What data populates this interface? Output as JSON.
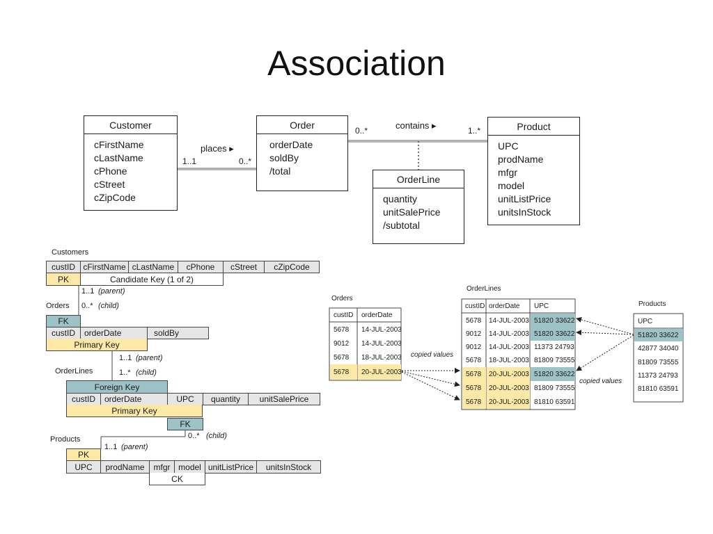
{
  "title": "Association",
  "uml": {
    "customer": {
      "name": "Customer",
      "attrs": [
        "cFirstName",
        "cLastName",
        "cPhone",
        "cStreet",
        "cZipCode"
      ]
    },
    "order": {
      "name": "Order",
      "attrs": [
        "orderDate",
        "soldBy",
        "/total"
      ]
    },
    "product": {
      "name": "Product",
      "attrs": [
        "UPC",
        "prodName",
        "mfgr",
        "model",
        "unitListPrice",
        "unitsInStock"
      ]
    },
    "orderline": {
      "name": "OrderLine",
      "attrs": [
        "quantity",
        "unitSalePrice",
        "/subtotal"
      ]
    },
    "places": {
      "label": "places ▸",
      "left_mult": "1..1",
      "right_mult": "0..*"
    },
    "contains": {
      "label": "contains ▸",
      "left_mult": "0..*",
      "right_mult": "1..*"
    }
  },
  "schema": {
    "customers": {
      "title": "Customers",
      "cols": [
        "custID",
        "cFirstName",
        "cLastName",
        "cPhone",
        "cStreet",
        "cZipCode"
      ],
      "pk": "PK",
      "ck": "Candidate Key (1 of 2)"
    },
    "rel1": {
      "parent": "1..1",
      "parent_note": "(parent)",
      "child": "0..*",
      "child_note": "(child)"
    },
    "orders": {
      "title": "Orders",
      "fk": "FK",
      "cols": [
        "custID",
        "orderDate",
        "soldBy"
      ],
      "pk": "Primary Key"
    },
    "rel2": {
      "parent": "1..1",
      "parent_note": "(parent)",
      "child": "1..*",
      "child_note": "(child)"
    },
    "orderlines": {
      "title": "OrderLines",
      "fk": "Foreign Key",
      "cols": [
        "custID",
        "orderDate",
        "UPC",
        "quantity",
        "unitSalePrice"
      ],
      "pk": "Primary Key",
      "fk2": "FK"
    },
    "rel3": {
      "child": "0..*",
      "child_note": "(child)",
      "parent": "1..1",
      "parent_note": "(parent)"
    },
    "products": {
      "title": "Products",
      "pk": "PK",
      "cols": [
        "UPC",
        "prodName",
        "mfgr",
        "model",
        "unitListPrice",
        "unitsInStock"
      ],
      "ck": "CK"
    }
  },
  "instances": {
    "orders": {
      "title": "Orders",
      "headers": [
        "custID",
        "orderDate"
      ],
      "rows": [
        [
          "5678",
          "14-JUL-2003"
        ],
        [
          "9012",
          "14-JUL-2003"
        ],
        [
          "5678",
          "18-JUL-2003"
        ],
        [
          "5678",
          "20-JUL-2003"
        ]
      ]
    },
    "orderlines": {
      "title": "OrderLines",
      "headers": [
        "custID",
        "orderDate",
        "UPC"
      ],
      "rows": [
        [
          "5678",
          "14-JUL-2003",
          "51820 33622"
        ],
        [
          "9012",
          "14-JUL-2003",
          "51820 33622"
        ],
        [
          "9012",
          "14-JUL-2003",
          "11373 24793"
        ],
        [
          "5678",
          "18-JUL-2003",
          "81809 73555"
        ],
        [
          "5678",
          "20-JUL-2003",
          "51820 33622"
        ],
        [
          "5678",
          "20-JUL-2003",
          "81809 73555"
        ],
        [
          "5678",
          "20-JUL-2003",
          "81810 63591"
        ]
      ]
    },
    "products": {
      "title": "Products",
      "headers": [
        "UPC"
      ],
      "rows": [
        [
          "51820 33622"
        ],
        [
          "42877 34040"
        ],
        [
          "81809 73555"
        ],
        [
          "11373 24793"
        ],
        [
          "81810 63591"
        ]
      ]
    },
    "copied_left": "copied values",
    "copied_right": "copied values"
  }
}
